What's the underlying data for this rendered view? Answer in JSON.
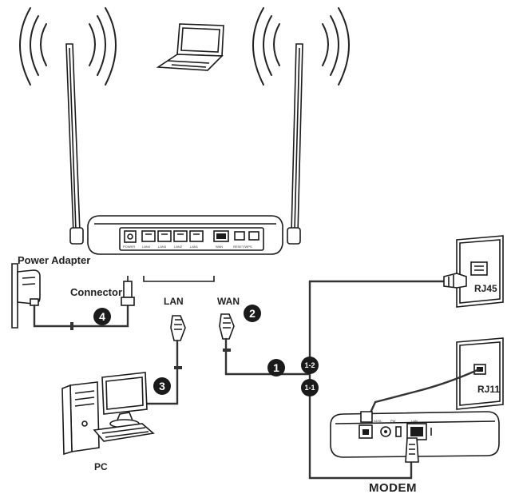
{
  "labels": {
    "power_adapter": "Power Adapter",
    "connector": "Connector",
    "lan": "LAN",
    "wan": "WAN",
    "rj45": "RJ45",
    "rj11": "RJ11",
    "pc": "PC",
    "modem": "MODEM"
  },
  "steps": {
    "s1": "1",
    "s2": "2",
    "s3": "3",
    "s4": "4",
    "s1_1": "1-1",
    "s1_2": "1-2"
  },
  "router_ports": {
    "power": "POWER",
    "lan4": "LAN4",
    "lan3": "LAN3",
    "lan2": "LAN2",
    "lan1": "LAN1",
    "wan": "WAN",
    "reset": "RESET/WPS"
  },
  "modem_ports": {
    "adsl": "ADSL",
    "pw": "PW",
    "lan": "LAN"
  },
  "colors": {
    "ink": "#1b1b1b",
    "line": "#333333",
    "background": "#ffffff"
  },
  "icons": [
    "router-icon",
    "antenna-icon",
    "wifi-waves-icon",
    "laptop-icon",
    "pc-icon",
    "modem-icon",
    "wall-jack-icon",
    "power-adapter-icon"
  ]
}
